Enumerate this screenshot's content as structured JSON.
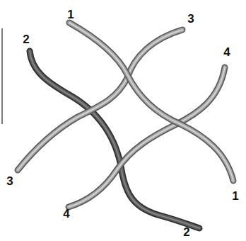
{
  "diagram": {
    "labels": [
      "1",
      "3",
      "2",
      "4",
      "3",
      "1",
      "4",
      "2"
    ]
  }
}
